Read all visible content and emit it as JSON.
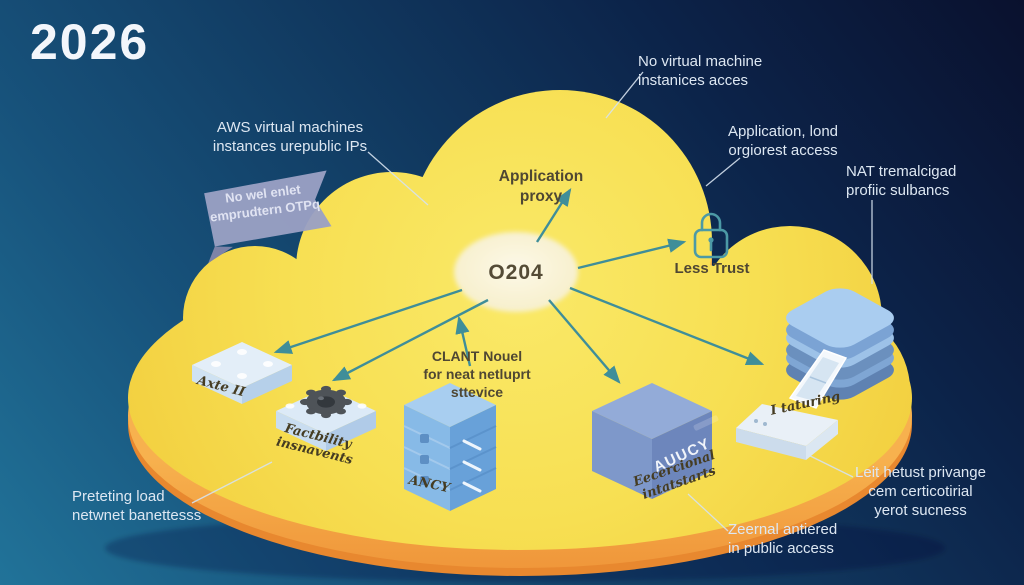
{
  "title_year": "2026",
  "callouts": {
    "aws_vms": "AWS virtual machines\ninstances urepublic IPs",
    "no_vm": "No virtual machine\ninstanices acces",
    "app_lond": "Application, lond\norgiorest access",
    "nat": "NAT tremalcigad\nprofiic sulbancs",
    "preteting": "Preteting load\nnetwnet banettesss",
    "zeernal": "Zeernal antiered\nin public access",
    "leit": "Leit hetust privange\ncem certicotirial\nyerot sucness"
  },
  "cloud": {
    "bubble_note": "No wel enlet\nemprudtern OTPq",
    "application_proxy": "Application\nproxy",
    "hub": "O204",
    "less_trust": "Less Trust",
    "client_note": "CLANT Nouel\nfor neat netluprt\nsttevice",
    "icon_labels": {
      "flat_box": "Axte II",
      "gear_box": "Factbility\ninsnavents",
      "server_stack": "ANCY",
      "cube": "AUUCY",
      "cube_caption": "Eecercional\nintatstarts",
      "laptop": "I taturing"
    }
  },
  "colors": {
    "background_dark": "#0a112e",
    "background_teal": "#217399",
    "cloud_yellow": "#f6dd4e",
    "cloud_rim_orange": "#f5a03f",
    "arrow_teal": "#3f8e99",
    "bubble_purple": "#9aa0c4",
    "light_label": "#dde7f2",
    "dark_label": "#4f4733"
  }
}
